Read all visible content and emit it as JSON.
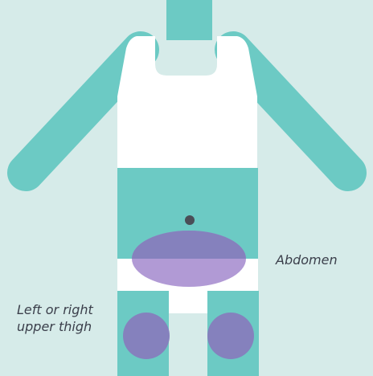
{
  "labels": {
    "abdomen": "Abdomen",
    "thigh_line1": "Left or right",
    "thigh_line2": "upper thigh"
  },
  "colors": {
    "background": "#d6ebe9",
    "body": "#6ccac4",
    "clothing": "#ffffff",
    "injection_site_abdomen": "#a98fd0",
    "injection_site_thigh": "#8581bd",
    "navel": "#4a4e57",
    "label_text": "#3b3f4b"
  }
}
